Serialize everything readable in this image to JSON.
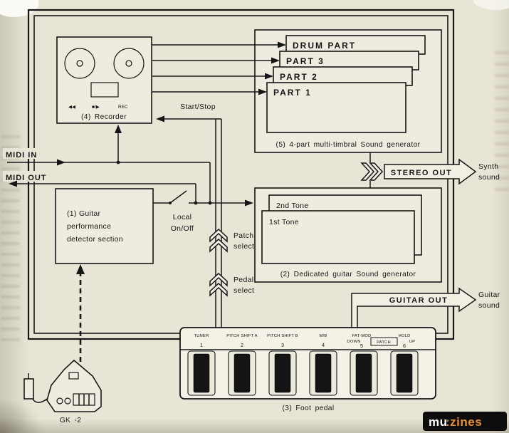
{
  "colors": {
    "paper": "#e9e5d6",
    "ink": "#161616",
    "logo_orange": "#e9902c"
  },
  "recorder": {
    "caption": "(4) Recorder",
    "rewind_icon": "◀◀",
    "stop_play_icon": "■/▶",
    "rec_label": "REC"
  },
  "multitimbral": {
    "caption": "(5) 4-part multi-timbral Sound generator",
    "parts": [
      "DRUM PART",
      "PART 3",
      "PART 2",
      "PART 1"
    ]
  },
  "midi": {
    "in_label": "MIDI IN",
    "out_label": "MIDI OUT"
  },
  "start_stop_label": "Start/Stop",
  "detector": {
    "line1": "(1) Guitar",
    "line2": "performance",
    "line3": "detector section"
  },
  "local_switch": {
    "line1": "Local",
    "line2": "On/Off"
  },
  "guitar_generator": {
    "caption": "(2) Dedicated guitar Sound generator",
    "tone_2nd": "2nd Tone",
    "tone_1st": "1st Tone"
  },
  "patch_select": {
    "line1": "Patch",
    "line2": "select"
  },
  "pedal_select": {
    "line1": "Pedal",
    "line2": "select"
  },
  "stereo_out": {
    "label": "STEREO OUT",
    "dest_line1": "Synth",
    "dest_line2": "sound"
  },
  "guitar_out": {
    "label": "GUITAR OUT",
    "dest_line1": "Guitar",
    "dest_line2": "sound"
  },
  "foot_pedal": {
    "caption": "(3) Foot pedal",
    "patch_label": "PATCH",
    "pedals": [
      {
        "name": "TUNER",
        "num": "1",
        "sub": ""
      },
      {
        "name": "PITCH SHIFT A",
        "num": "2",
        "sub": ""
      },
      {
        "name": "PITCH SHIFT B",
        "num": "3",
        "sub": ""
      },
      {
        "name": "M/B",
        "num": "4",
        "sub": ""
      },
      {
        "name": "FAT·MOD",
        "num": "5",
        "sub": "DOWN"
      },
      {
        "name": "HOLD",
        "num": "6",
        "sub": "UP"
      }
    ]
  },
  "gk2_label": "GK -2",
  "watermark": {
    "mu": "mu",
    "zines": ":zines"
  }
}
